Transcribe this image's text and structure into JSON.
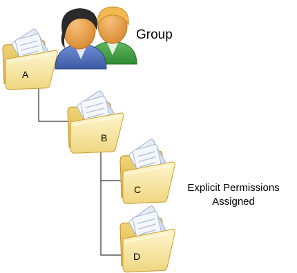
{
  "diagram": {
    "group_label": "Group",
    "note": "Explicit  Permissions Assigned",
    "folders": [
      {
        "label": "A",
        "icon": "folder-icon"
      },
      {
        "label": "B",
        "icon": "folder-icon"
      },
      {
        "label": "C",
        "icon": "folder-icon"
      },
      {
        "label": "D",
        "icon": "folder-icon"
      }
    ],
    "group_icon": "users-group-icon",
    "colors": {
      "folder_back": "#e6c65a",
      "folder_front": "#f8e9a8",
      "paper": "#e4ecf7",
      "connector": "#000000",
      "person_dark_shirt": "#4f6fb8",
      "person_light_shirt": "#3f9a3f",
      "skin": "#f0a84f",
      "hair_dark": "#2a2a2a",
      "hair_light": "#f4b850"
    }
  }
}
